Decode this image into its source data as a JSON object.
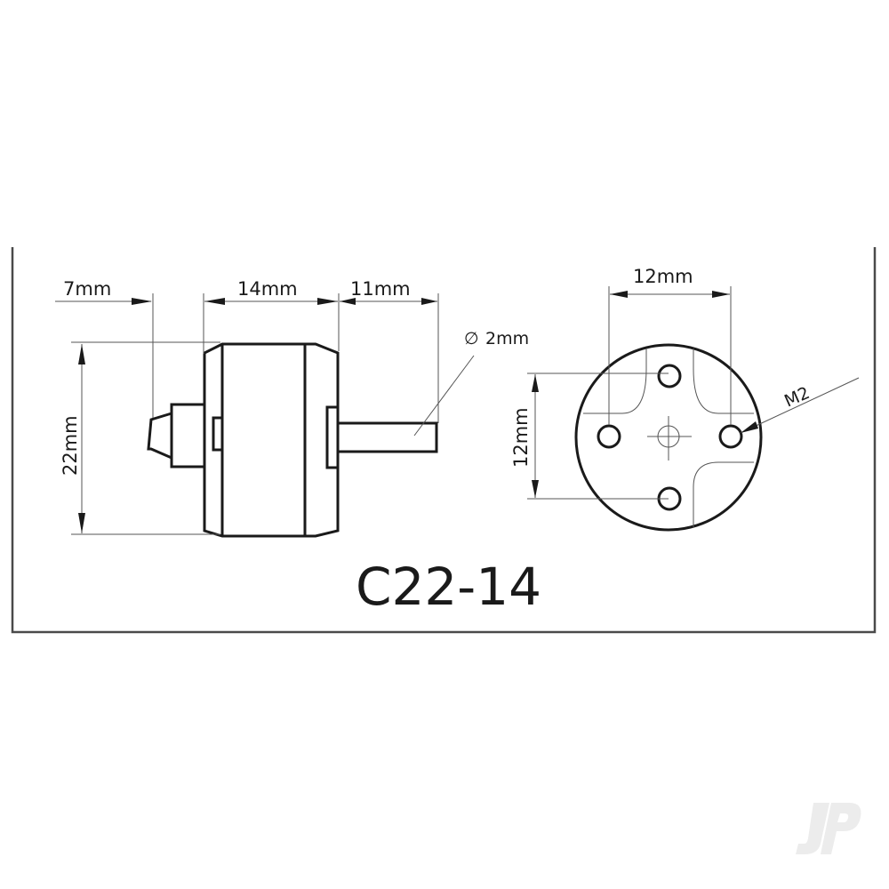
{
  "drawing": {
    "title": "C22-14",
    "side_view": {
      "dim_front_length": "7mm",
      "dim_body_length": "14mm",
      "dim_shaft_length": "11mm",
      "dim_diameter": "22mm",
      "shaft_diameter_symbol": "∅",
      "shaft_diameter": "2mm"
    },
    "mount_view": {
      "dim_hole_spacing_horizontal": "12mm",
      "dim_hole_spacing_vertical": "12mm",
      "hole_thread": "M2"
    }
  },
  "watermark": {
    "text": "JP",
    "color": "#e6e6e6"
  },
  "colors": {
    "line": "#1a1a1a",
    "frame": "#4a4a4a",
    "background": "#ffffff"
  }
}
